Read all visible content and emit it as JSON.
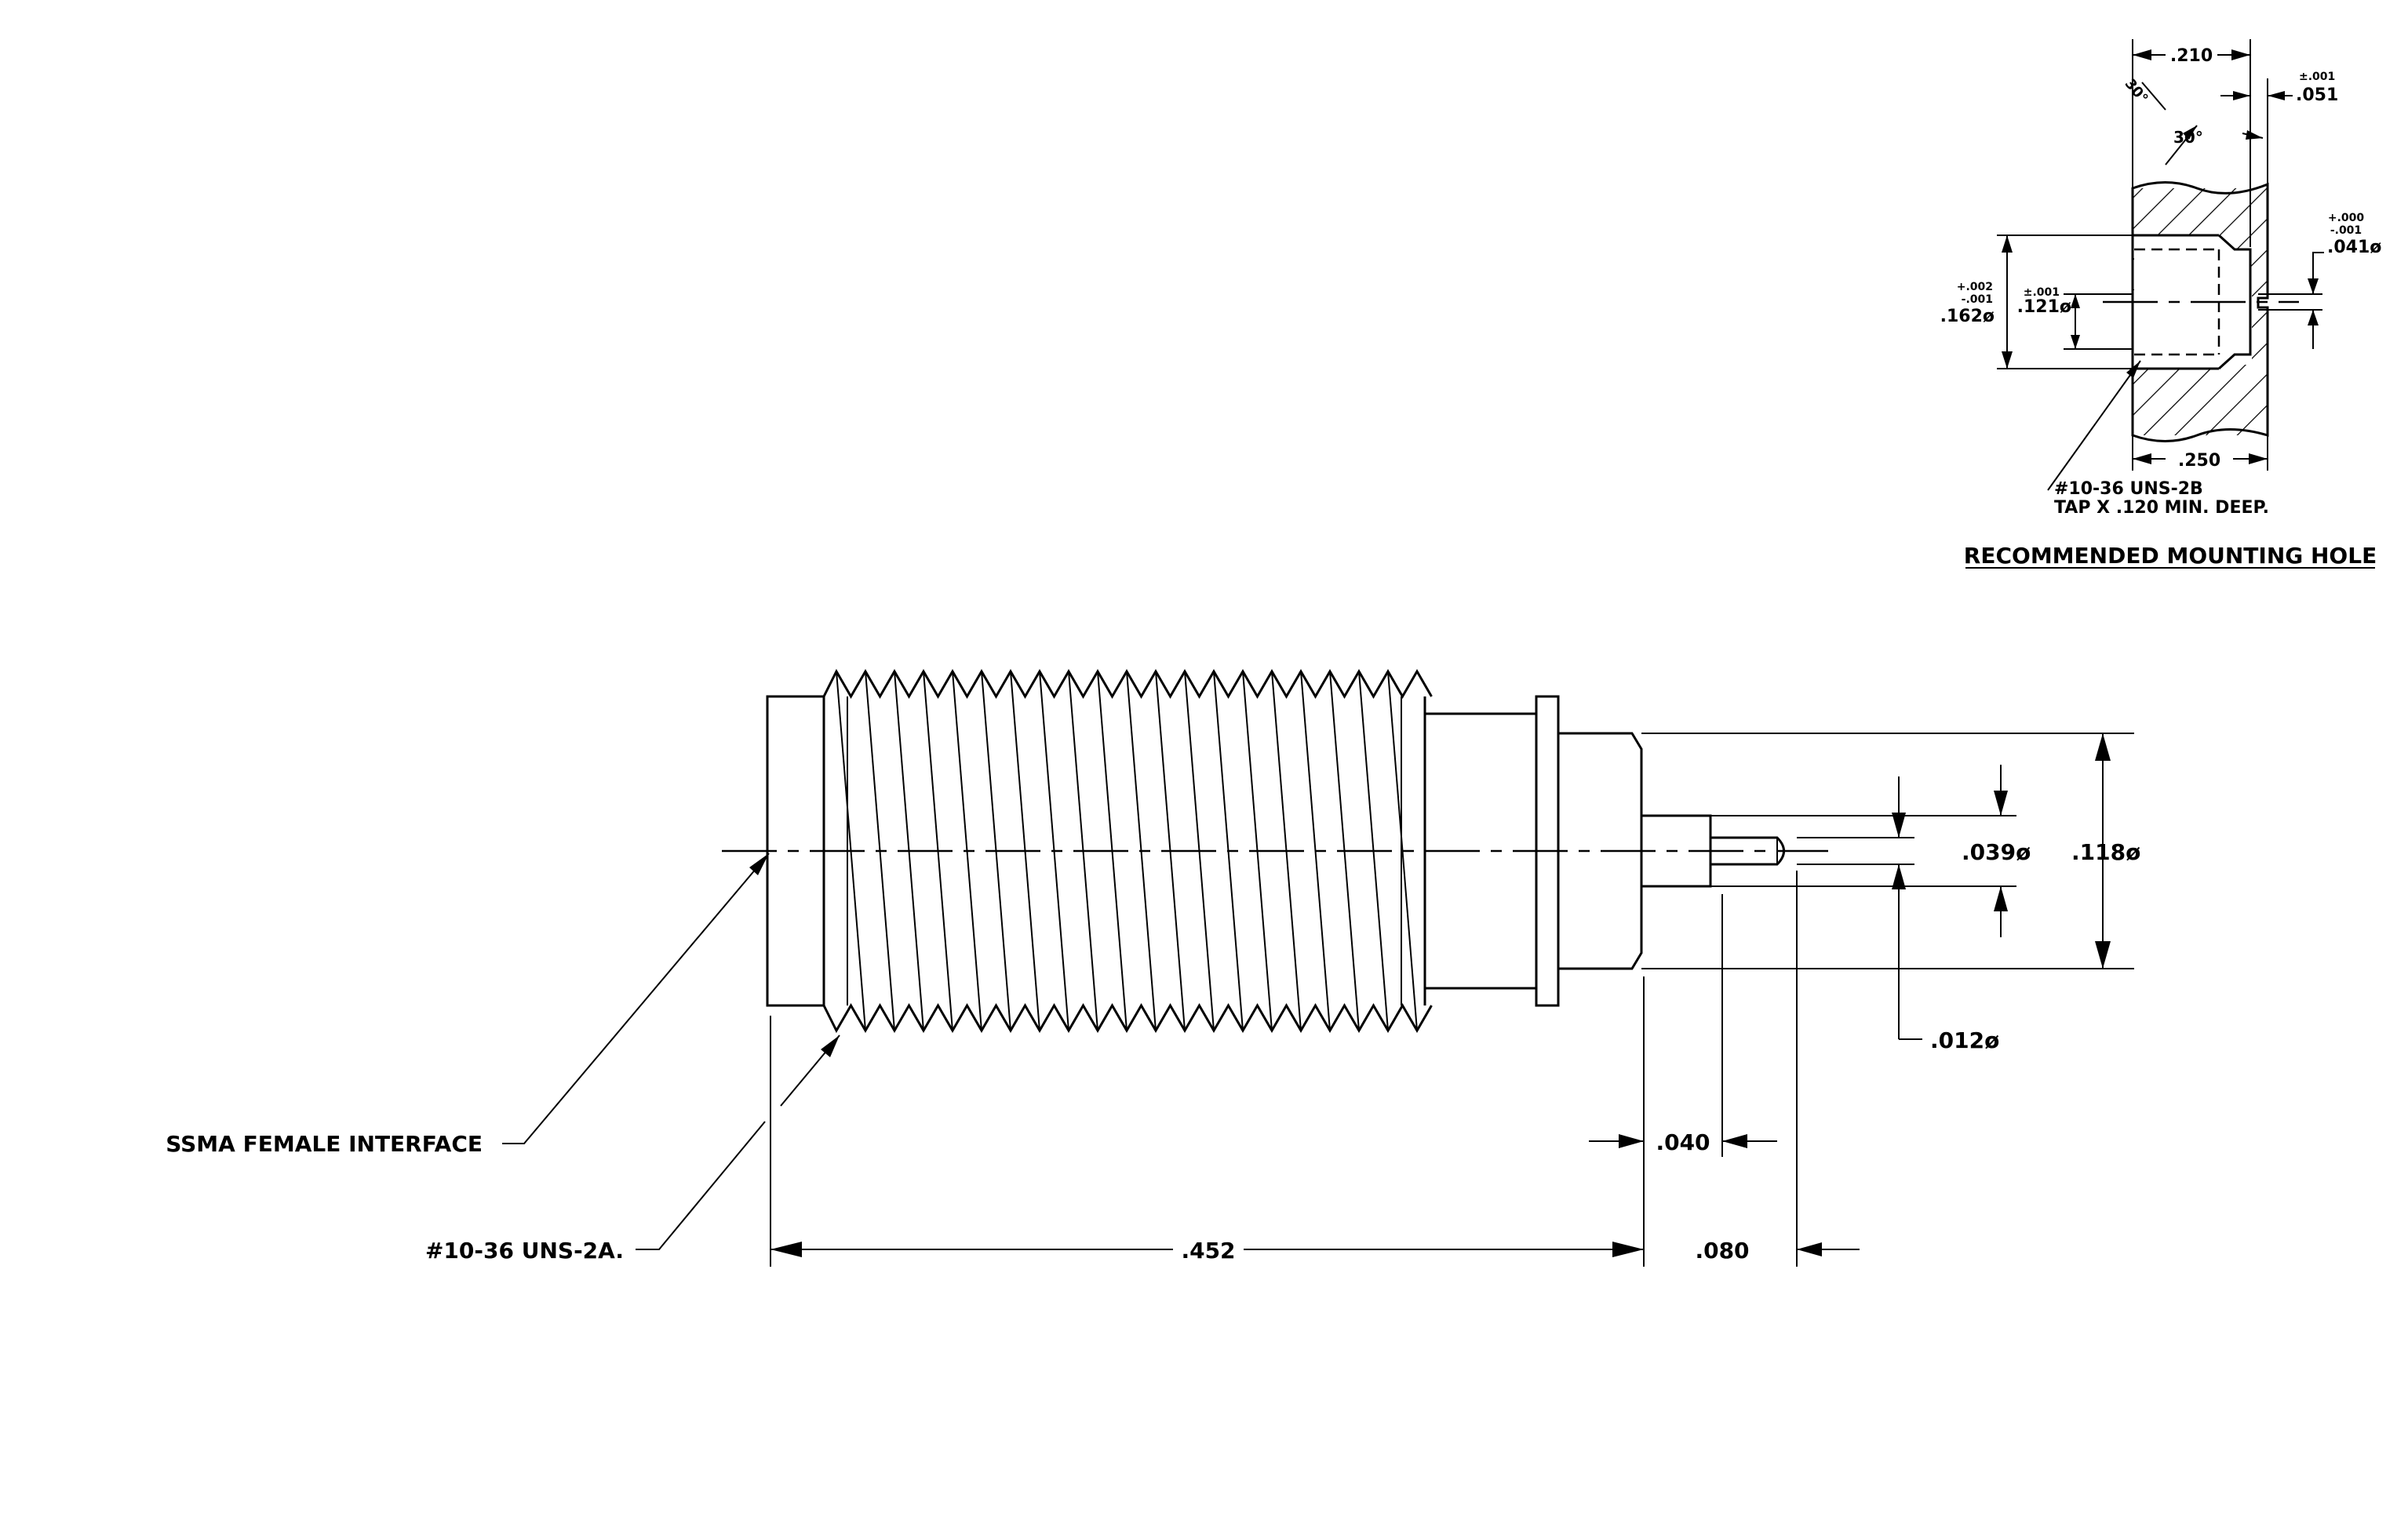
{
  "main_view": {
    "labels": {
      "interface": "SSMA FEMALE INTERFACE",
      "thread": "#10-36 UNS-2A."
    },
    "dimensions": {
      "overall_length": ".452",
      "pin_extension": ".080",
      "shoulder_length": ".040",
      "outer_dia": ".118ø",
      "pin_dia": ".039ø",
      "tip_dia": ".012ø"
    }
  },
  "mounting_hole": {
    "title": "RECOMMENDED MOUNTING HOLE",
    "dimensions": {
      "width_top": ".210",
      "step_tol": "±.001",
      "step": ".051",
      "angle_small": "30°",
      "angle_large": "30°",
      "bore_tol_plus": "+.000",
      "bore_tol_minus": "-.001",
      "bore_dia": ".041ø",
      "outer_tol_plus": "+.002",
      "outer_tol_minus": "-.001",
      "outer_dia": ".162ø",
      "inner_tol": "±.001",
      "inner_dia": ".121ø",
      "width_bottom": ".250"
    },
    "thread_note": [
      "#10-36 UNS-2B",
      "TAP X .120 MIN. DEEP."
    ]
  }
}
